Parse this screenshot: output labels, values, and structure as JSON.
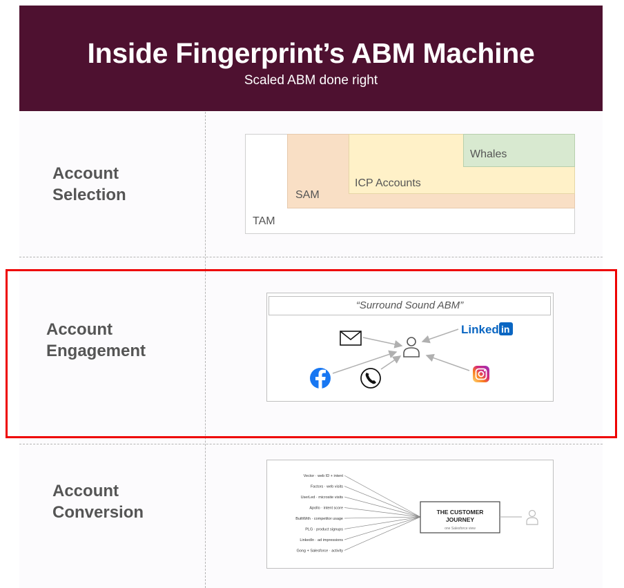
{
  "header": {
    "title": "Inside Fingerprint’s ABM Machine",
    "subtitle": "Scaled ABM done right"
  },
  "rows": {
    "selection": {
      "line1": "Account",
      "line2": "Selection"
    },
    "engagement": {
      "line1": "Account",
      "line2": "Engagement"
    },
    "conversion": {
      "line1": "Account",
      "line2": "Conversion"
    }
  },
  "selection_diagram": {
    "tam": "TAM",
    "sam": "SAM",
    "icp": "ICP Accounts",
    "whales": "Whales",
    "colors": {
      "tam": "#ffffff",
      "sam": "#f9dfc5",
      "icp": "#fff1c8",
      "whales": "#d8e9d0"
    }
  },
  "engagement_diagram": {
    "quote": "“Surround Sound ABM”",
    "channels": [
      {
        "name": "email",
        "icon": "envelope-icon"
      },
      {
        "name": "facebook",
        "icon": "facebook-icon"
      },
      {
        "name": "phone",
        "icon": "phone-icon"
      },
      {
        "name": "linkedin",
        "icon": "linkedin-icon"
      },
      {
        "name": "instagram",
        "icon": "instagram-icon"
      }
    ],
    "linkedin_text": "Linked"
  },
  "conversion_diagram": {
    "sources": [
      "Vector · web ID + intent",
      "Factors · web visits",
      "UserLed · microsite visits",
      "Apollo · intent score",
      "BuiltWith · competitor usage",
      "PLG · product signups",
      "LinkedIn · ad impressions",
      "Gong + Salesforce · activity"
    ],
    "journey_line1": "THE CUSTOMER",
    "journey_line2": "JOURNEY",
    "journey_caption": "one Salesforce view"
  },
  "colors": {
    "header_bg": "#4e1130",
    "highlight": "#ee0000",
    "facebook": "#1877f2",
    "linkedin": "#0a66c2"
  }
}
